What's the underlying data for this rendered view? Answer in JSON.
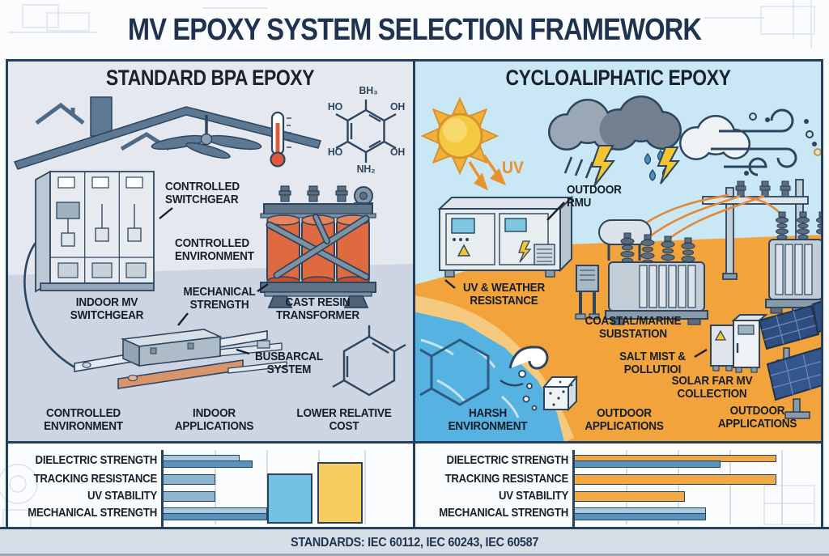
{
  "title": "MV EPOXY SYSTEM SELECTION FRAMEWORK",
  "panels": {
    "left": {
      "header": "STANDARD BPA EPOXY",
      "chem_labels": {
        "bh3": "BH₃",
        "ho_top": "HO",
        "oh_top": "OH",
        "ho_bottom": "HO",
        "oh_bottom": "OH",
        "nh2": "NH₂"
      },
      "callouts": {
        "controlled_switchgear": "CONTROLLED SWITCHGEAR",
        "controlled_environment": "CONTROLLED ENVIRONMENT",
        "indoor_mv_switchgear": "INDOOR MV SWITCHGEAR",
        "mechanical_strength": "MECHANICAL STRENGTH",
        "cast_resin_transformer": "CAST RESIN TRANSFORMER",
        "busbar_system": "BUSBARCAL SYSTEM"
      },
      "bottom_labels": [
        "CONTROLLED ENVIRONMENT",
        "INDOOR APPLICATIONS",
        "LOWER RELATIVE COST"
      ]
    },
    "right": {
      "header": "CYCLOALIPHATIC EPOXY",
      "uv_label": "UV",
      "callouts": {
        "outdoor_rmu": "OUTDOOR RMU",
        "uv_weather_resistance": "UV & WEATHER RESISTANCE",
        "coastal_marine_substation": "COASTAL/MARINE SUBSTATION",
        "salt_mist_pollution": "SALT MIST & POLLUTIOI",
        "solar_farm_mv_collection": "SOLAR FAR MV COLLECTION"
      },
      "bottom_labels": [
        "HARSH ENVIRONMENT",
        "OUTDOOR APPLICATIONS",
        "OUTDOOR APPLICATIONS"
      ]
    }
  },
  "footer": {
    "standards": "STANDARDS: IEC 60112, IEC 60243, IEC 60587"
  },
  "colors": {
    "navy": "#25405e",
    "title": "#1f3250",
    "left_panel_bg": "#e5e8ef",
    "left_floor": "#ccd5e1",
    "right_sky": "#c9e7f4",
    "ground_orange": "#f2a33c",
    "sand": "#f6ca7e",
    "water": "#56b2e0",
    "uv_orange": "#e8912d",
    "coil_orange": "#df6a40",
    "lightning_yellow": "#f5c431",
    "bar_light_blue": "#a9c9e2",
    "bar_mid_blue": "#5b93bd",
    "bar_steel": "#8fb4d0",
    "bar_orange": "#f2a843",
    "col_sky": "#74c1e6",
    "col_yellow": "#f8cb5f"
  },
  "chart_data": [
    {
      "type": "bar",
      "orientation": "horizontal",
      "panel": "left",
      "title": "",
      "xlabel": "",
      "ylabel": "",
      "value_scale": "relative 0-100, estimated from bar lengths",
      "categories": [
        "DIELECTRIC STRENGTH",
        "TRACKING RESISTANCE",
        "UV STABILITY",
        "MECHANICAL STRENGTH"
      ],
      "rows": [
        {
          "bars": [
            {
              "value": 37,
              "color": "#a9c9e2"
            },
            {
              "value": 43,
              "color": "#5b93bd"
            }
          ]
        },
        {
          "bars": [
            {
              "value": 25,
              "color": "#8fb4d0"
            }
          ]
        },
        {
          "bars": [
            {
              "value": 25,
              "color": "#8fb4d0"
            }
          ]
        },
        {
          "bars": [
            {
              "value": 50,
              "color": "#a9c9e2"
            },
            {
              "value": 50,
              "color": "#5b93bd"
            }
          ]
        }
      ],
      "columns": [
        {
          "value": 65,
          "color": "#74c1e6"
        },
        {
          "value": 80,
          "color": "#f8cb5f"
        }
      ]
    },
    {
      "type": "bar",
      "orientation": "horizontal",
      "panel": "right",
      "title": "",
      "xlabel": "",
      "ylabel": "",
      "value_scale": "relative 0-100, estimated from bar lengths",
      "categories": [
        "DIELECTRIC STRENGTH",
        "TRACKING RESISTANCE",
        "UV STABILITY",
        "MECHANICAL STRENGTH"
      ],
      "rows": [
        {
          "bars": [
            {
              "value": 97,
              "color": "#f2a843"
            },
            {
              "value": 70,
              "color": "#5b93bd"
            }
          ]
        },
        {
          "bars": [
            {
              "value": 97,
              "color": "#f2a843"
            }
          ]
        },
        {
          "bars": [
            {
              "value": 53,
              "color": "#f2a843"
            }
          ]
        },
        {
          "bars": [
            {
              "value": 63,
              "color": "#a9c9e2"
            },
            {
              "value": 63,
              "color": "#5b93bd"
            }
          ]
        }
      ],
      "columns": []
    }
  ]
}
